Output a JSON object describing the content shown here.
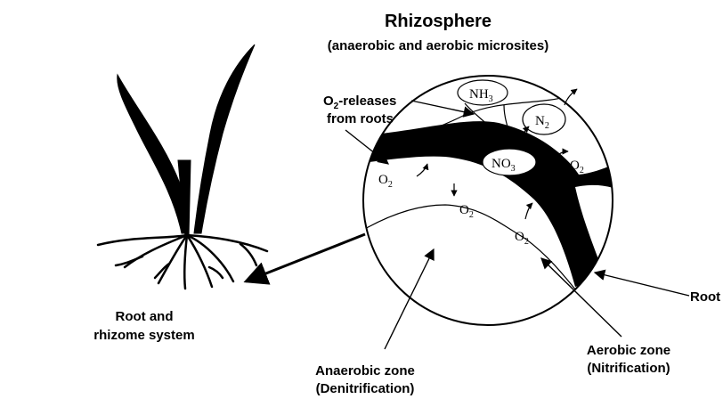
{
  "title": "Rhizosphere",
  "subtitle": "(anaerobic and aerobic microsites)",
  "labels": {
    "o2_release_prefix": "O",
    "o2_release_sub": "2",
    "o2_release_rest": "-releases",
    "o2_release_line2": "from roots",
    "root_system_line1": "Root and",
    "root_system_line2": "rhizome system",
    "root": "Root",
    "anaerobic_line1": "Anaerobic zone",
    "anaerobic_line2": "(Denitrification)",
    "aerobic_line1": "Aerobic zone",
    "aerobic_line2": "(Nitrification)"
  },
  "species": {
    "nh3": {
      "base": "NH",
      "sub": "3"
    },
    "n2": {
      "base": "N",
      "sub": "2"
    },
    "no3": {
      "base": "NO",
      "sub": "3"
    },
    "o2": {
      "base": "O",
      "sub": "2"
    }
  }
}
